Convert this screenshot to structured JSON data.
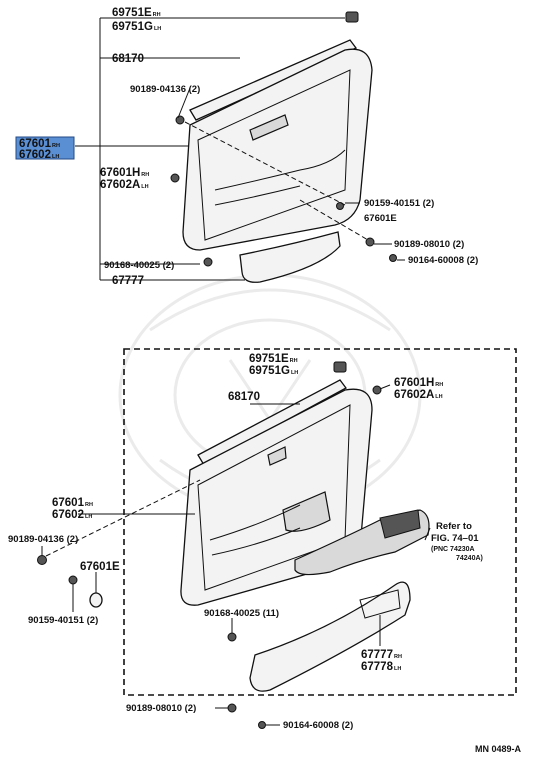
{
  "diagram_id": "MN 0489-A",
  "top_group": {
    "molding_upper": {
      "pn_rh": "69751E",
      "tag_rh": "RH",
      "pn_lh": "69751G",
      "tag_lh": "LH"
    },
    "weatherstrip": "68170",
    "clip_a": "90189-04136 (2)",
    "panel_highlighted": {
      "pn_rh": "67601",
      "tag_rh": "RH",
      "pn_lh": "67602",
      "tag_lh": "LH"
    },
    "pad": {
      "pn_rh": "67601H",
      "tag_rh": "RH",
      "pn_lh": "67602A",
      "tag_lh": "LH"
    },
    "screw": "90159-40151 (2)",
    "cover": "67601E",
    "clip_b": "90189-08010 (2)",
    "screw_b": "90164-60008 (2)",
    "clip_c": "90168-40025 (2)",
    "armrest": "67777"
  },
  "bottom_group": {
    "molding_upper": {
      "pn_rh": "69751E",
      "tag_rh": "RH",
      "pn_lh": "69751G",
      "tag_lh": "LH"
    },
    "weatherstrip": "68170",
    "pad": {
      "pn_rh": "67601H",
      "tag_rh": "RH",
      "pn_lh": "67602A",
      "tag_lh": "LH"
    },
    "panel": {
      "pn_rh": "67601",
      "tag_rh": "RH",
      "pn_lh": "67602",
      "tag_lh": "LH"
    },
    "clip_a": "90189-04136 (2)",
    "cover": "67601E",
    "screw": "90159-40151 (2)",
    "refer_line1": "Refer to",
    "refer_line2": "FIG. 74–01",
    "refer_line3": "(PNC 74230A",
    "refer_line4": "74240A)",
    "clip_c": "90168-40025 (11)",
    "armrest": {
      "pn_rh": "67777",
      "tag_rh": "RH",
      "pn_lh": "67778",
      "tag_lh": "LH"
    },
    "clip_b": "90189-08010 (2)",
    "screw_b": "90164-60008 (2)"
  }
}
